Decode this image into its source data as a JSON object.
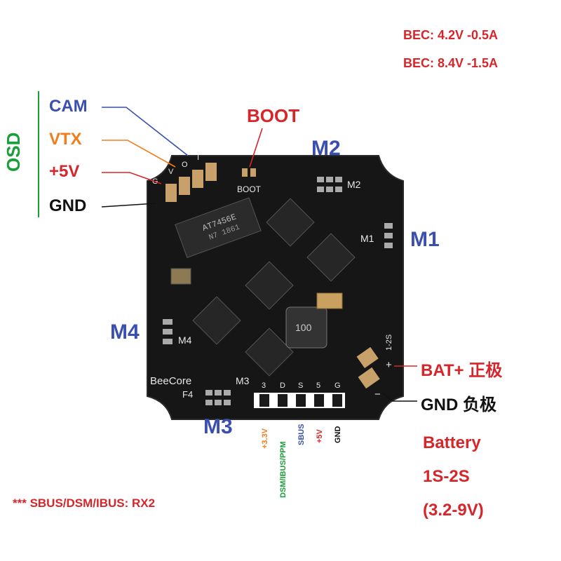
{
  "bec": [
    "BEC: 4.2V -0.5A",
    "BEC: 8.4V -1.5A"
  ],
  "osd": {
    "title": "OSD",
    "items": [
      "CAM",
      "VTX",
      "+5V",
      "GND"
    ]
  },
  "boot": "BOOT",
  "motors": {
    "m1": "M1",
    "m2": "M2",
    "m3": "M3",
    "m4": "M4"
  },
  "battery": {
    "plus": "BAT+ 正极",
    "gnd": "GND  负极",
    "title": "Battery",
    "cells": "1S-2S",
    "range": "(3.2-9V)"
  },
  "rx_pins": [
    "+3.3V",
    "DSM/IBUS/PPM",
    "SBUS",
    "+5V",
    "GND"
  ],
  "note": "*** SBUS/DSM/IBUS: RX2",
  "silkscreen": {
    "brand": "BeeCore",
    "f4": "F4",
    "boot": "BOOT",
    "m1": "M1",
    "m2": "M2",
    "m3": "M3",
    "m4": "M4",
    "chip": "AT7456E",
    "chip2": "N7 1861",
    "inductor": "100",
    "cells": "1-2S",
    "osd_pins": [
      "G",
      "V",
      "O",
      "I"
    ],
    "rx_pins": [
      "3",
      "D",
      "S",
      "5",
      "G"
    ],
    "plus": "+",
    "minus": "−"
  },
  "colors": {
    "red": "#d7262b",
    "blue": "#3b4fb0",
    "orange": "#f07e1f",
    "green": "#1a9e3a",
    "board": "#161616"
  }
}
